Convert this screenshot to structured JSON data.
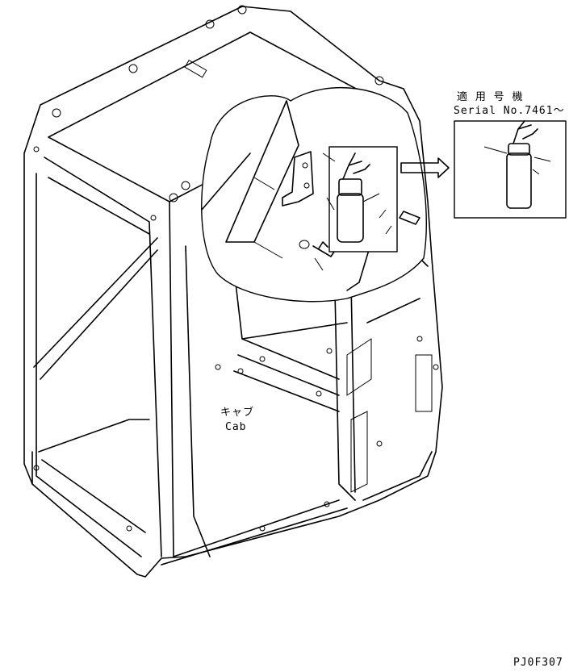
{
  "serial_header": "適 用 号 機",
  "serial_number": "Serial No.7461～",
  "cab_label_jp": "キャブ",
  "cab_label_en": "Cab",
  "drawing_code": "PJ0F307"
}
